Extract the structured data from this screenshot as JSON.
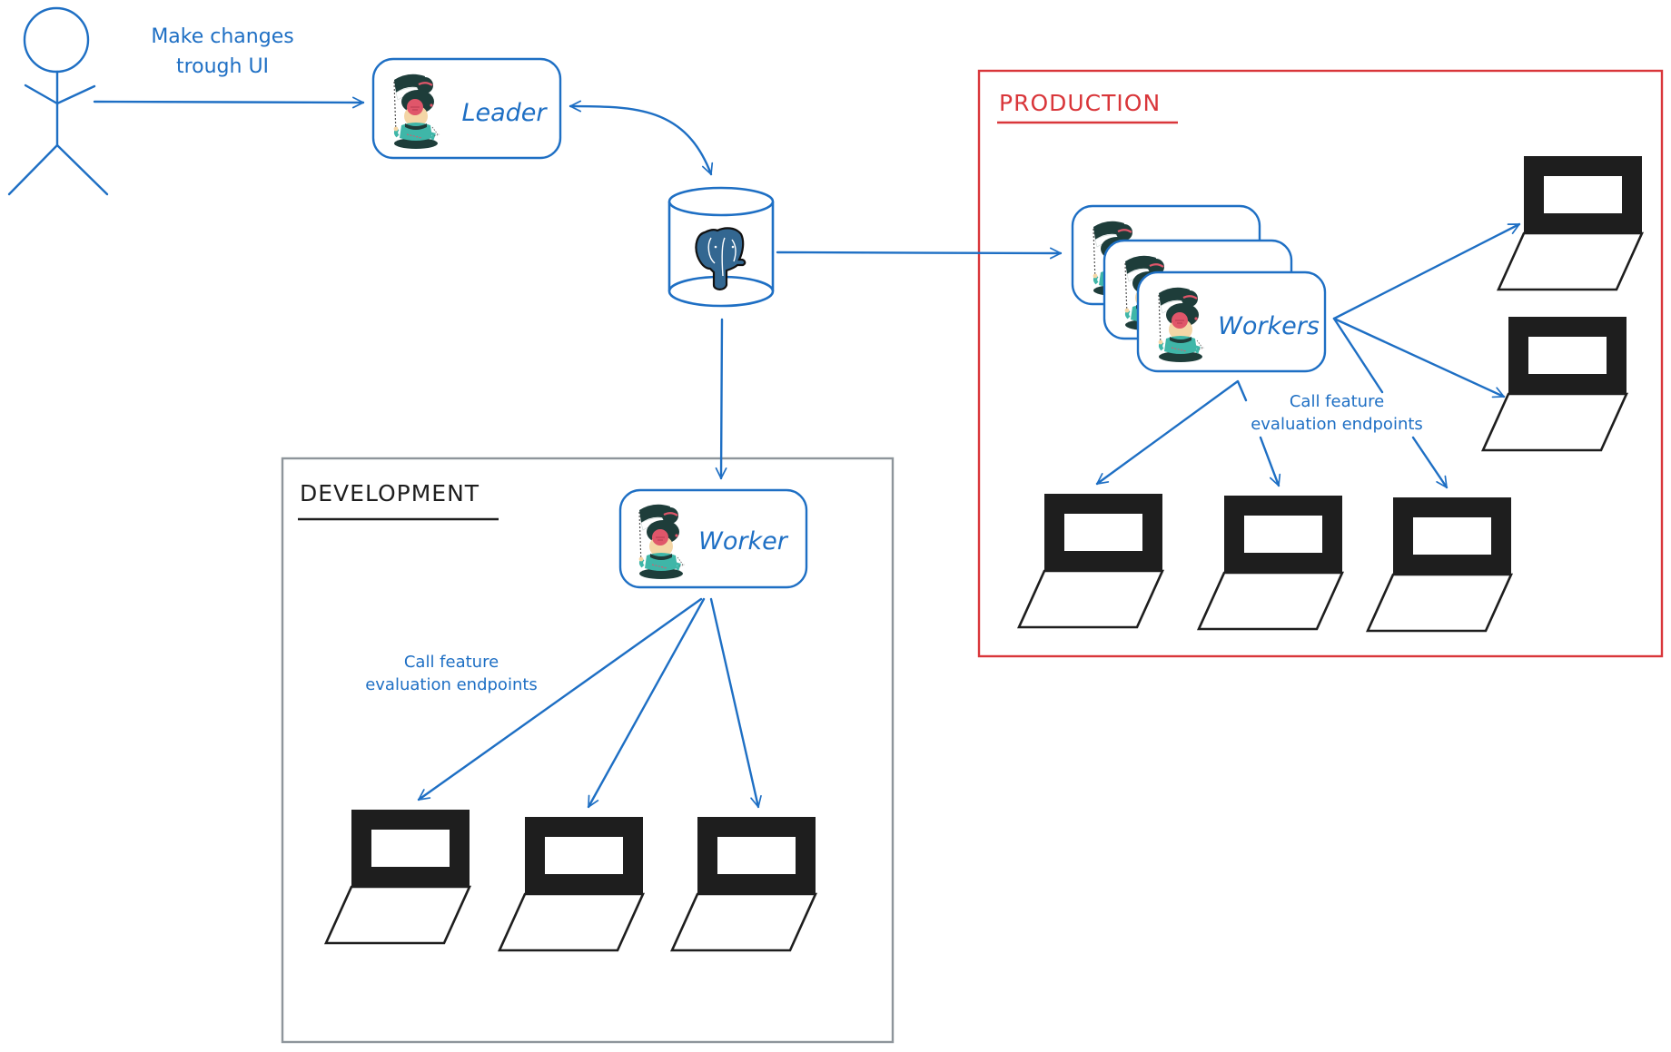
{
  "actor": {
    "label_line1": "Make changes",
    "label_line2": "trough UI",
    "icon": "stick-figure-icon"
  },
  "nodes": {
    "leader": {
      "label": "Leader",
      "icon": "mascot-icon"
    },
    "database": {
      "icon": "postgresql-elephant-icon"
    },
    "prod_workers": {
      "label": "Workers",
      "icon": "mascot-icon",
      "stack_count": 3
    },
    "dev_worker": {
      "label": "Worker",
      "icon": "mascot-icon"
    }
  },
  "groups": {
    "production": {
      "title": "PRODUCTION",
      "color": "#d9363a",
      "client_count": 5
    },
    "development": {
      "title": "DEVELOPMENT",
      "color": "#1e1e1e",
      "client_count": 3
    }
  },
  "edge_labels": {
    "prod_calls_line1": "Call feature",
    "prod_calls_line2": "evaluation endpoints",
    "dev_calls_line1": "Call feature",
    "dev_calls_line2": "evaluation endpoints"
  },
  "colors": {
    "accent_blue": "#1e6fc4",
    "production_red": "#d9363a",
    "development_gray": "#8e959b",
    "laptop_dark": "#1e1e1e",
    "postgres_blue": "#336791"
  }
}
